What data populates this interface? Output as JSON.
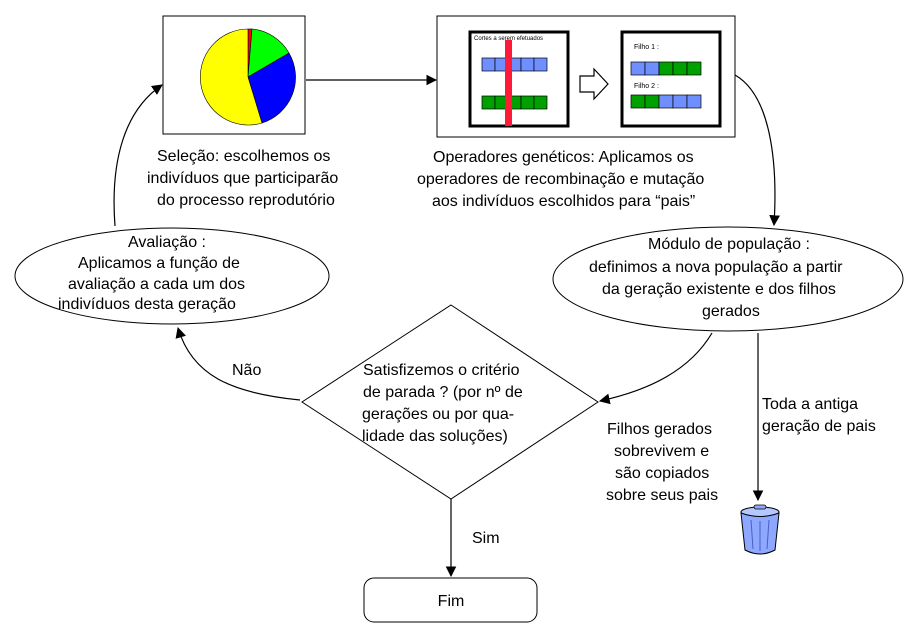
{
  "selection": {
    "lines": [
      "Seleção:  escolhemos os",
      "indivíduos que participarão",
      "do processo reprodutório"
    ]
  },
  "operators": {
    "lines": [
      "Operadores genéticos: Aplicamos os",
      "operadores de recombinação e mutação",
      "aos indivíduos escolhidos para “pais”"
    ],
    "cuts_label": "Cortes a serem efetuados",
    "child1_label": "Filho 1 :",
    "child2_label": "Filho 2 :"
  },
  "population": {
    "lines": [
      "Módulo de população :",
      "definimos a nova população a partir",
      "da geração existente e dos filhos",
      "gerados"
    ]
  },
  "evaluation": {
    "lines": [
      "Avaliação :",
      "Aplicamos a função de",
      "avaliação a cada um dos",
      "indivíduos desta geração"
    ]
  },
  "decision": {
    "lines": [
      "Satisfizemos o critério",
      "de parada ? (por nº de",
      "gerações ou por qua-",
      "lidade das soluções)"
    ]
  },
  "labels": {
    "no": "Não",
    "yes": "Sim",
    "old_generation": [
      "Toda a antiga",
      "geração de pais"
    ],
    "children_survive": [
      "Filhos gerados",
      "sobrevivem e",
      "são copiados",
      "sobre seus pais"
    ]
  },
  "end": {
    "label": "Fim"
  },
  "colors": {
    "pie_yellow": "#ffff00",
    "pie_blue": "#0000ff",
    "pie_green": "#00ff00",
    "pie_red": "#ff0000",
    "gene_blue": "#6f8fff",
    "gene_green": "#00a000",
    "cut_red": "#ff1a3a",
    "trash": "#8fa8ff"
  }
}
